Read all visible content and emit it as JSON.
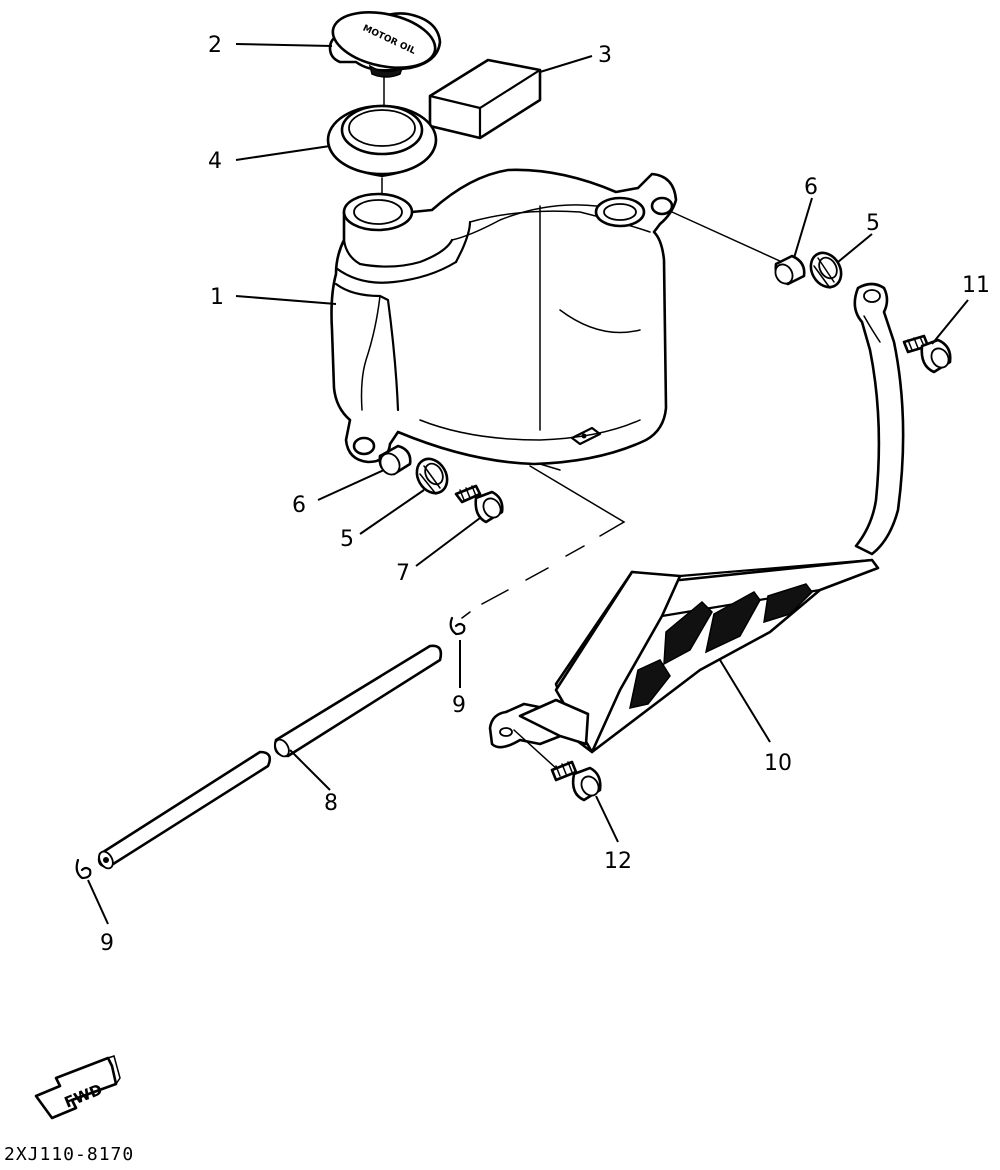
{
  "diagram": {
    "callouts": [
      {
        "id": "c1",
        "text": "1"
      },
      {
        "id": "c2",
        "text": "2"
      },
      {
        "id": "c3",
        "text": "3"
      },
      {
        "id": "c4",
        "text": "4"
      },
      {
        "id": "c5a",
        "text": "5"
      },
      {
        "id": "c5b",
        "text": "5"
      },
      {
        "id": "c6a",
        "text": "6"
      },
      {
        "id": "c6b",
        "text": "6"
      },
      {
        "id": "c7",
        "text": "7"
      },
      {
        "id": "c8",
        "text": "8"
      },
      {
        "id": "c9a",
        "text": "9"
      },
      {
        "id": "c9b",
        "text": "9"
      },
      {
        "id": "c10",
        "text": "10"
      },
      {
        "id": "c11",
        "text": "11"
      },
      {
        "id": "c12",
        "text": "12"
      }
    ],
    "cap_text": "MOTOR OIL",
    "fwd_label": "FWD",
    "drawing_code": "2XJ110-8170"
  }
}
